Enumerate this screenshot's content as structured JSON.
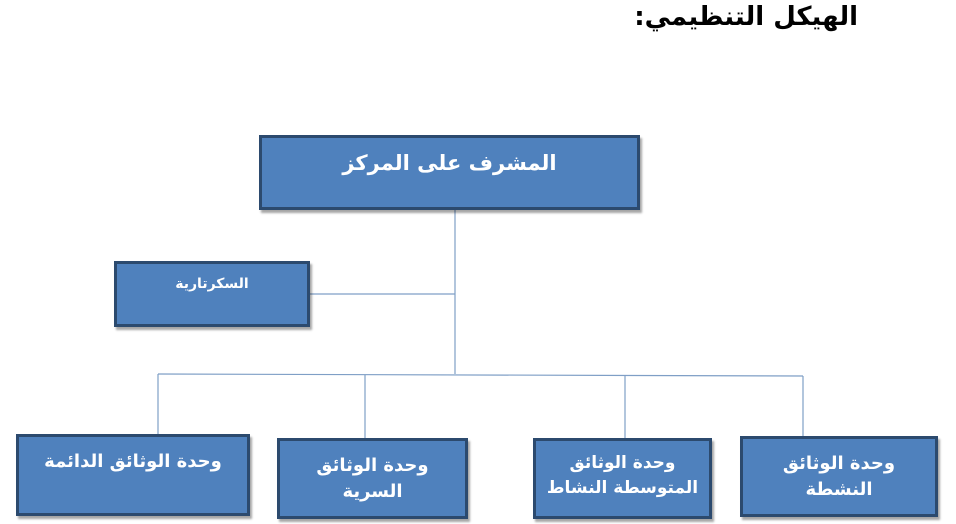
{
  "title": "الهيكل التنظيمي:",
  "nodes": {
    "supervisor": {
      "lines": [
        "المشرف على المركز"
      ]
    },
    "secretariat": {
      "lines": [
        "السكرتارية"
      ]
    },
    "permanent_docs": {
      "lines": [
        "وحدة الوثائق الدائمة"
      ]
    },
    "secret_docs": {
      "lines": [
        "وحدة الوثائق",
        "السرية"
      ]
    },
    "intermediate_docs": {
      "lines": [
        "وحدة الوثائق",
        "المتوسطة النشاط"
      ]
    },
    "active_docs": {
      "lines": [
        "وحدة الوثائق",
        "النشطة"
      ]
    }
  },
  "colors": {
    "box_fill": "#4f81bd",
    "box_border": "#2c4a6e",
    "connector": "#7f9fc6",
    "text": "#ffffff"
  }
}
